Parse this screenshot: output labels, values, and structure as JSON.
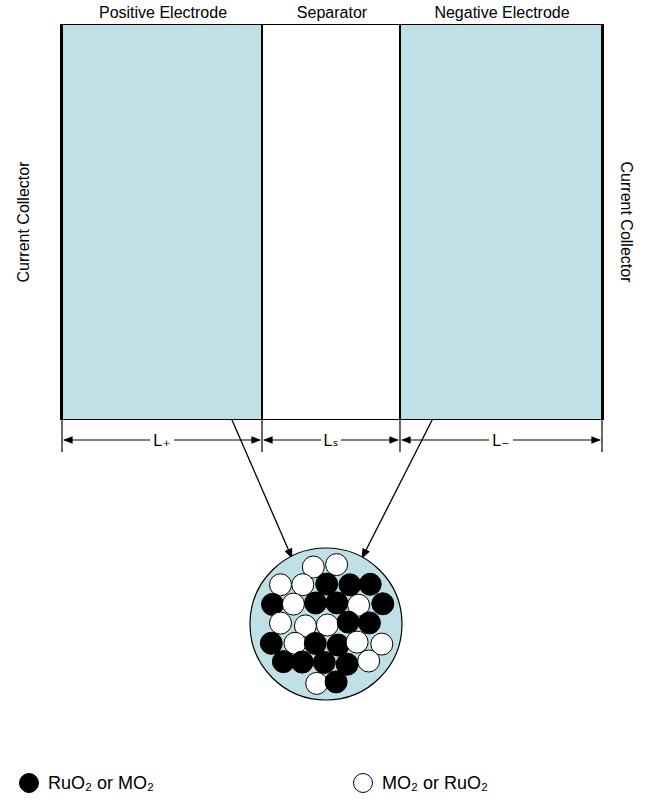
{
  "diagram": {
    "nodes": [
      {
        "text": [
          "Positive Electrode"
        ]
      },
      {
        "text": [
          "Separator"
        ]
      },
      {
        "text": [
          "Negative Electrode"
        ]
      }
    ],
    "labels": [
      "Current Collector",
      "Current Collector",
      "L₊",
      "Lₛ",
      "L₋"
    ],
    "legend": [
      {
        "text": "RuO₂ or MO₂"
      },
      {
        "text": "MO₂ or RuO₂"
      }
    ]
  }
}
